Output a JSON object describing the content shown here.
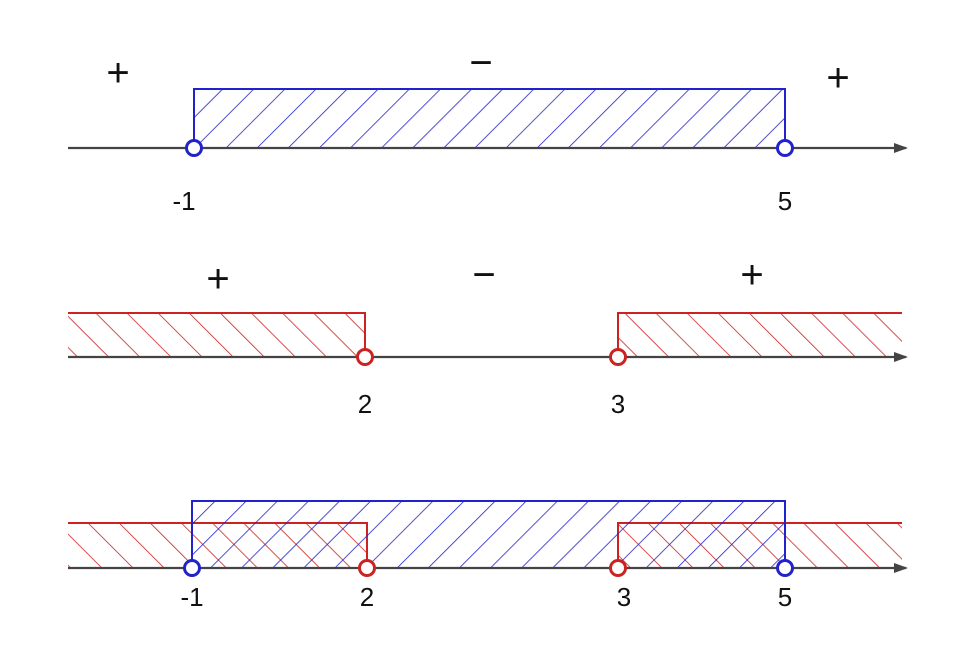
{
  "colors": {
    "blue": "#2222cc",
    "red": "#cc2222",
    "axis": "#444444",
    "text": "#111111",
    "background": "#ffffff"
  },
  "lines": [
    {
      "id": "line-1",
      "signs": [
        "+",
        "−",
        "+"
      ],
      "points": [
        {
          "value": -1,
          "label": "-1",
          "color": "blue"
        },
        {
          "value": 5,
          "label": "5",
          "color": "blue"
        }
      ],
      "regions": [
        {
          "from": -1,
          "to": 5,
          "color": "blue",
          "hatch": "forward"
        }
      ]
    },
    {
      "id": "line-2",
      "signs": [
        "+",
        "−",
        "+"
      ],
      "points": [
        {
          "value": 2,
          "label": "2",
          "color": "red"
        },
        {
          "value": 3,
          "label": "3",
          "color": "red"
        }
      ],
      "regions": [
        {
          "from": "-inf",
          "to": 2,
          "color": "red",
          "hatch": "back"
        },
        {
          "from": 3,
          "to": "+inf",
          "color": "red",
          "hatch": "back"
        }
      ]
    },
    {
      "id": "line-3",
      "signs": [],
      "points": [
        {
          "value": -1,
          "label": "-1",
          "color": "blue"
        },
        {
          "value": 2,
          "label": "2",
          "color": "red"
        },
        {
          "value": 3,
          "label": "3",
          "color": "red"
        },
        {
          "value": 5,
          "label": "5",
          "color": "blue"
        }
      ],
      "regions": [
        {
          "from": "-inf",
          "to": 2,
          "color": "red",
          "hatch": "back"
        },
        {
          "from": 3,
          "to": "+inf",
          "color": "red",
          "hatch": "back"
        },
        {
          "from": -1,
          "to": 5,
          "color": "blue",
          "hatch": "forward"
        }
      ]
    }
  ]
}
